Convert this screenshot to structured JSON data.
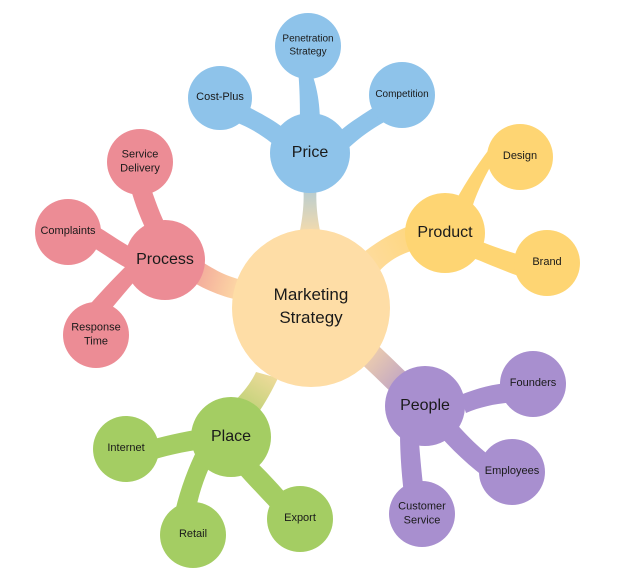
{
  "colors": {
    "center": "#fedda6",
    "price": "#8ec3ea",
    "product": "#fed573",
    "people": "#a88fcf",
    "place": "#a4cd63",
    "process": "#ec8c95"
  },
  "center": {
    "label": "Marketing\nStrategy"
  },
  "branches": {
    "price": {
      "label": "Price",
      "leaves": [
        "Cost-Plus",
        "Penetration\nStrategy",
        "Competition"
      ]
    },
    "product": {
      "label": "Product",
      "leaves": [
        "Design",
        "Brand"
      ]
    },
    "people": {
      "label": "People",
      "leaves": [
        "Founders",
        "Employees",
        "Customer\nService"
      ]
    },
    "place": {
      "label": "Place",
      "leaves": [
        "Internet",
        "Retail",
        "Export"
      ]
    },
    "process": {
      "label": "Process",
      "leaves": [
        "Service\nDelivery",
        "Complaints",
        "Response\nTime"
      ]
    }
  }
}
